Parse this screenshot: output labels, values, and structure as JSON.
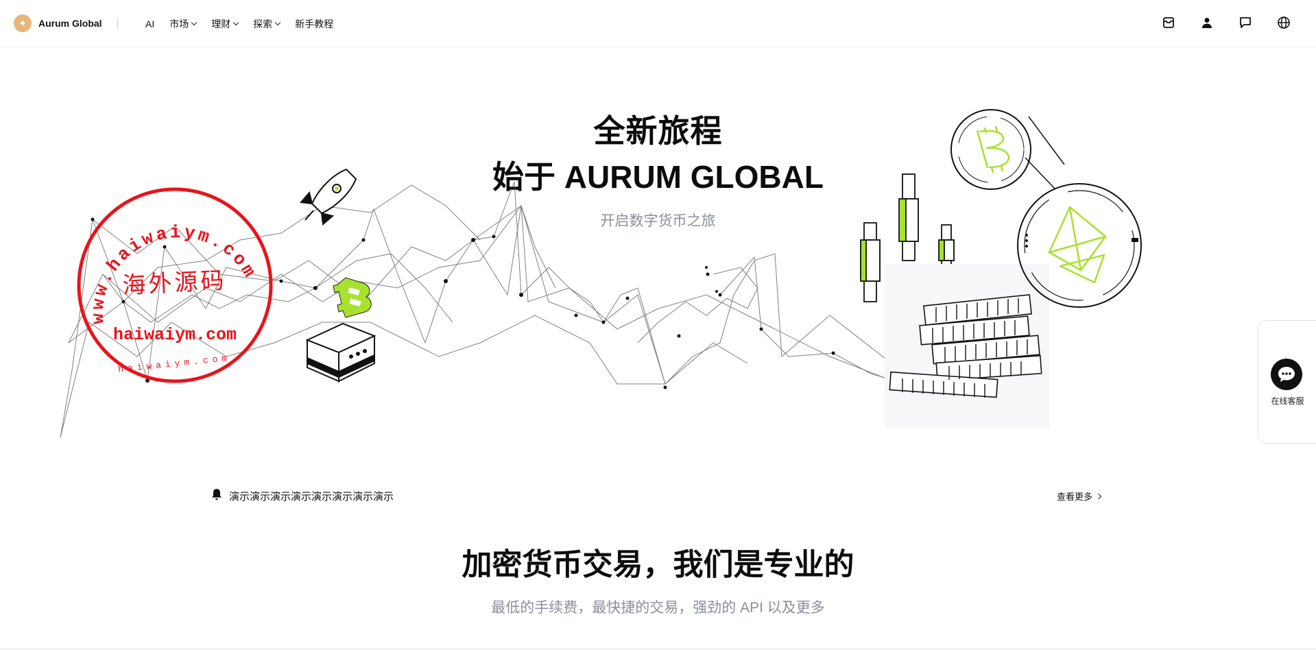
{
  "header": {
    "brand_name": "Aurum Global",
    "nav": [
      {
        "label": "AI",
        "has_dropdown": false
      },
      {
        "label": "市场",
        "has_dropdown": true
      },
      {
        "label": "理财",
        "has_dropdown": true
      },
      {
        "label": "探索",
        "has_dropdown": true
      },
      {
        "label": "新手教程",
        "has_dropdown": false
      }
    ],
    "icons": [
      "inbox-icon",
      "user-icon",
      "message-icon",
      "globe-icon"
    ]
  },
  "hero": {
    "title_line1": "全新旅程",
    "title_line2": "始于 AURUM GLOBAL",
    "subtitle": "开启数字货币之旅",
    "illustration_icons": [
      "rocket-icon",
      "bitcoin-icon",
      "ethereum-icon",
      "candlestick-icon",
      "coin-stack-icon",
      "server-box-icon"
    ]
  },
  "watermark": {
    "ring_text": "www.haiwaiym.com",
    "center_text": "海外源码",
    "lower_text": "haiwaiym.com",
    "small_text": "haiwaiym.com"
  },
  "support": {
    "label": "在线客服"
  },
  "notice": {
    "text": "演示演示演示演示演示演示演示演示",
    "more_label": "查看更多"
  },
  "section": {
    "title": "加密货币交易，我们是专业的",
    "subtitle": "最低的手续费，最快捷的交易，强劲的 API 以及更多"
  },
  "colors": {
    "accent_green": "#a6e22e",
    "brand_gold": "#e6b77a",
    "watermark_red": "#e8141b",
    "muted_text": "#8a8f99"
  }
}
